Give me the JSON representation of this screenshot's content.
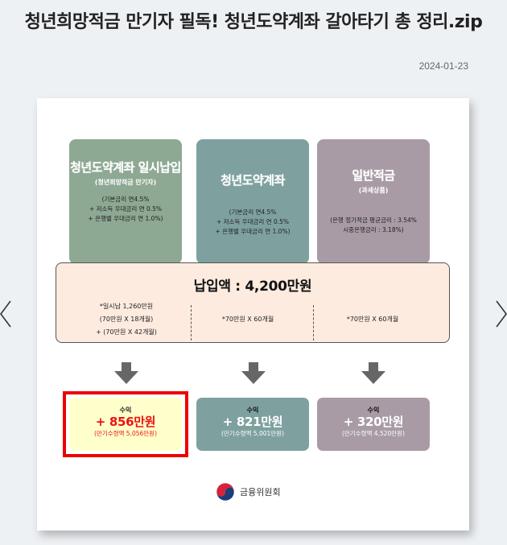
{
  "article": {
    "title": "청년희망적금 만기자 필독! 청년도약계좌 갈아타기 총 정리.zip",
    "date": "2024-01-23"
  },
  "carousel": {
    "prev_icon": "chevron-left-icon",
    "next_icon": "chevron-right-icon"
  },
  "infographic": {
    "products": [
      {
        "name": "청년도약계좌 일시납입",
        "subtitle": "(청년희망적금 만기자)",
        "rates": [
          "(기본금리 연4.5%",
          "+ 저소득 우대금리 연 0.5%",
          "+ 은행별 우대금리 연 1.0%)"
        ],
        "color": "#8da893"
      },
      {
        "name": "청년도약계좌",
        "subtitle": "",
        "rates": [
          "(기본금리 연4.5%",
          "+ 저소득 우대금리 연 0.5%",
          "+ 은행별 우대금리 연 1.0%)"
        ],
        "color": "#7ea1a0"
      },
      {
        "name": "일반적금",
        "subtitle": "(과세상품)",
        "rates": [
          "(은행 정기적금 평균금리 : 3.54%",
          "시중은행금리 : 3.18%)"
        ],
        "color": "#a89ba6"
      }
    ],
    "payment": {
      "title": "납입액 : 4,200만원",
      "columns": [
        [
          "*일시납 1,260만원",
          "(70만원 X 18개월)",
          "+ (70만원 X 42개월)"
        ],
        [
          "*70만원 X 60개월"
        ],
        [
          "*70만원 X 60개월"
        ]
      ],
      "background": "#fdebe0"
    },
    "results": [
      {
        "label": "수익",
        "amount": "+ 856만원",
        "maturity": "(만기수령액 5,056만원)",
        "highlighted": true
      },
      {
        "label": "수익",
        "amount": "+ 821만원",
        "maturity": "(만기수령액 5,001만원)",
        "highlighted": false
      },
      {
        "label": "수익",
        "amount": "+ 320만원",
        "maturity": "(만기수령액 4,520만원)",
        "highlighted": false
      }
    ],
    "highlight_color": "#ee0000",
    "source": "금융위원회"
  }
}
